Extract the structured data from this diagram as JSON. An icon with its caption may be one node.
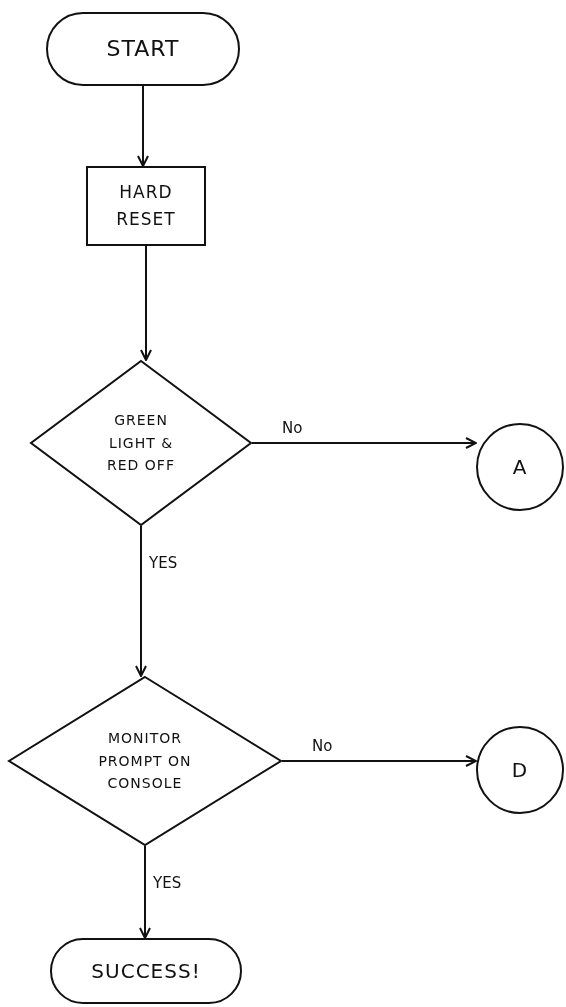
{
  "diagram": {
    "nodes": [
      {
        "text": [
          "START"
        ]
      },
      {
        "text": [
          "HARD RESET"
        ]
      },
      {
        "text": [
          "GREEN LIGHT & RED OFF"
        ]
      },
      {
        "text": [
          "A"
        ]
      },
      {
        "text": [
          "MONITOR PROMPT ON CONSOLE"
        ]
      },
      {
        "text": [
          "D"
        ]
      },
      {
        "text": [
          "SUCCESS!"
        ]
      }
    ],
    "edges": [
      {
        "from": 0,
        "to": 1,
        "arrow": "to"
      },
      {
        "from": 1,
        "to": 2,
        "arrow": "to"
      },
      {
        "from": 2,
        "to": 3,
        "arrow": "to",
        "label": "No"
      },
      {
        "from": 2,
        "to": 4,
        "arrow": "to",
        "label": "YES"
      },
      {
        "from": 4,
        "to": 5,
        "arrow": "to",
        "label": "No"
      },
      {
        "from": 4,
        "to": 6,
        "arrow": "to",
        "label": "YES"
      }
    ]
  }
}
